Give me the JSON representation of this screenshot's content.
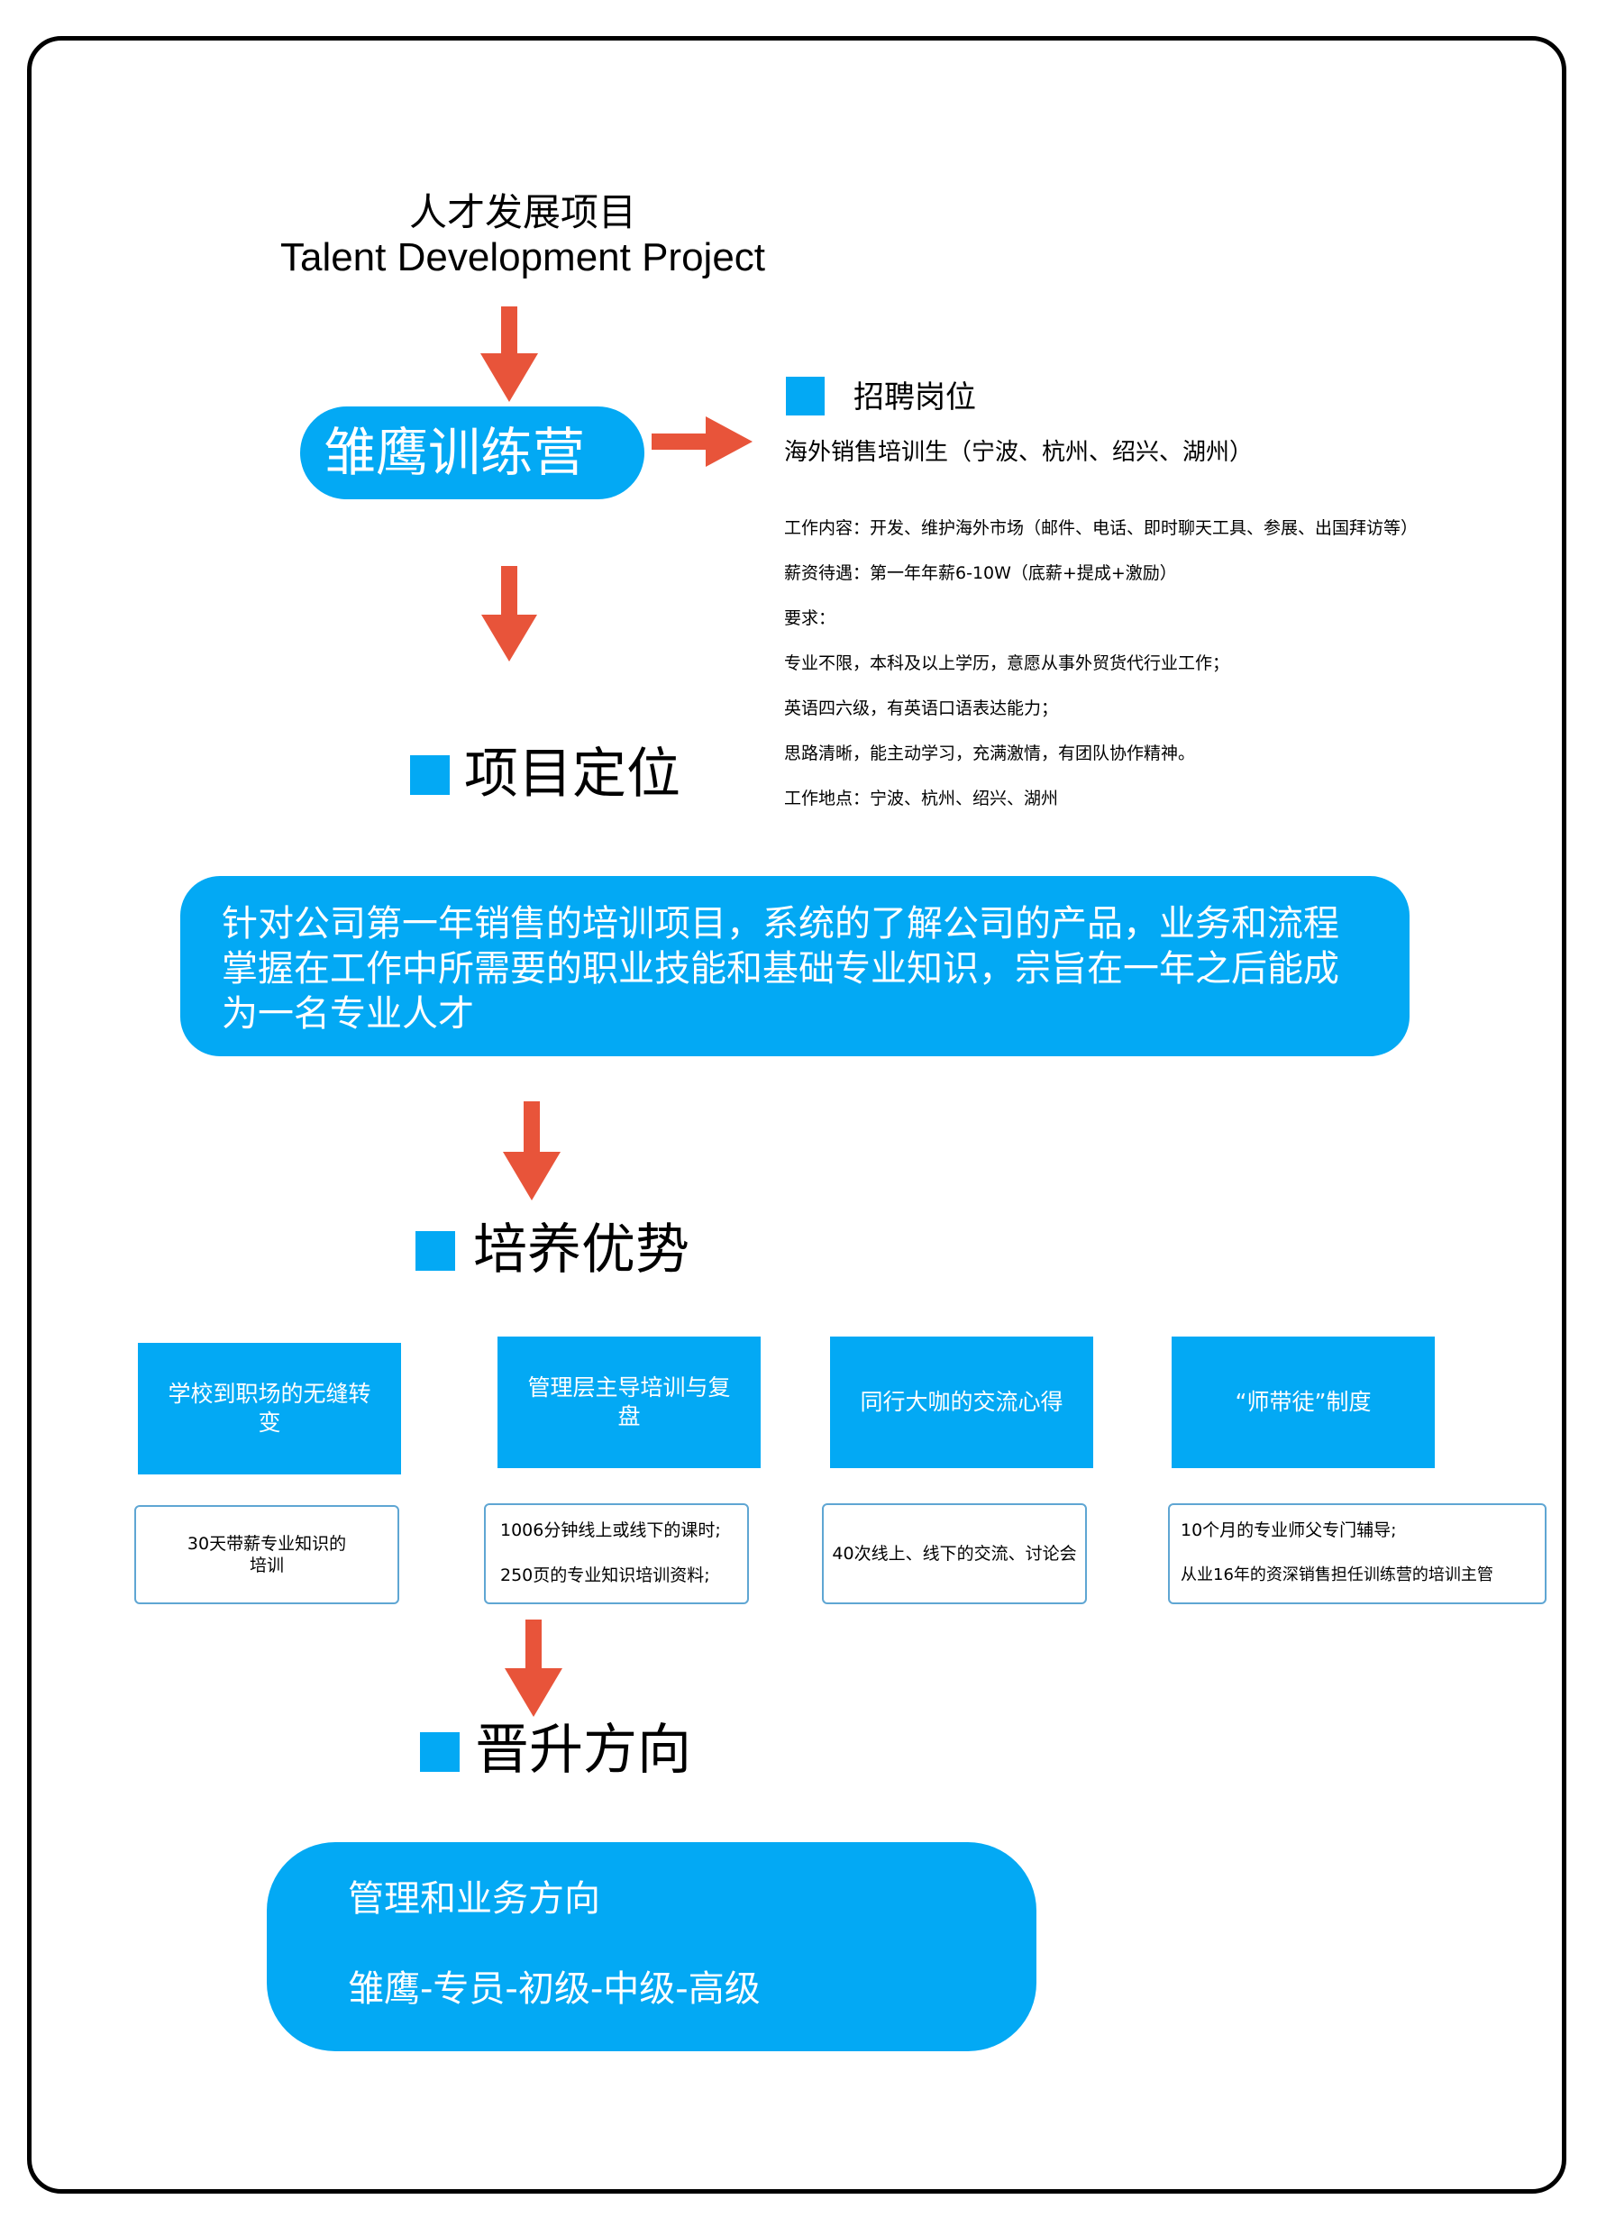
{
  "header": {
    "title_cn": "人才发展项目",
    "title_en": "Talent Development Project"
  },
  "camp": {
    "label": "雏鹰训练营"
  },
  "recruit": {
    "heading": "招聘岗位",
    "position": "海外销售培训生（宁波、杭州、绍兴、湖州）",
    "details": [
      "工作内容：开发、维护海外市场（邮件、电话、即时聊天工具、参展、出国拜访等）",
      "薪资待遇：第一年年薪6-10W（底薪+提成+激励）",
      "要求：",
      "专业不限，本科及以上学历，意愿从事外贸货代行业工作；",
      "英语四六级，有英语口语表达能力；",
      "思路清晰，能主动学习，充满激情，有团队协作精神。",
      "工作地点：宁波、杭州、绍兴、湖州"
    ]
  },
  "positioning": {
    "heading": "项目定位",
    "lines": [
      "针对公司第一年销售的培训项目，系统的了解公司的产品，业务和流程",
      "掌握在工作中所需要的职业技能和基础专业知识，宗旨在一年之后能成",
      "为一名专业人才"
    ]
  },
  "advantages": {
    "heading": "培养优势",
    "items": [
      {
        "title": "学校到职场的无缝转变",
        "details": [
          "30天带薪专业知识的培训"
        ]
      },
      {
        "title": "管理层主导培训与复盘",
        "details": [
          "1006分钟线上或线下的课时;",
          "250页的专业知识培训资料;"
        ]
      },
      {
        "title": "同行大咖的交流心得",
        "details": [
          "40次线上、线下的交流、讨论会"
        ]
      },
      {
        "title": "“师带徒”制度",
        "details": [
          "10个月的专业师父专门辅导;",
          "从业16年的资深销售担任训练营的培训主管"
        ]
      }
    ]
  },
  "promotion": {
    "heading": "晋升方向",
    "line1": "管理和业务方向",
    "line2": "雏鹰-专员-初级-中级-高级"
  },
  "colors": {
    "accent_blue": "#03a9f4",
    "arrow_red": "#e8543a",
    "frame": "#000000"
  }
}
